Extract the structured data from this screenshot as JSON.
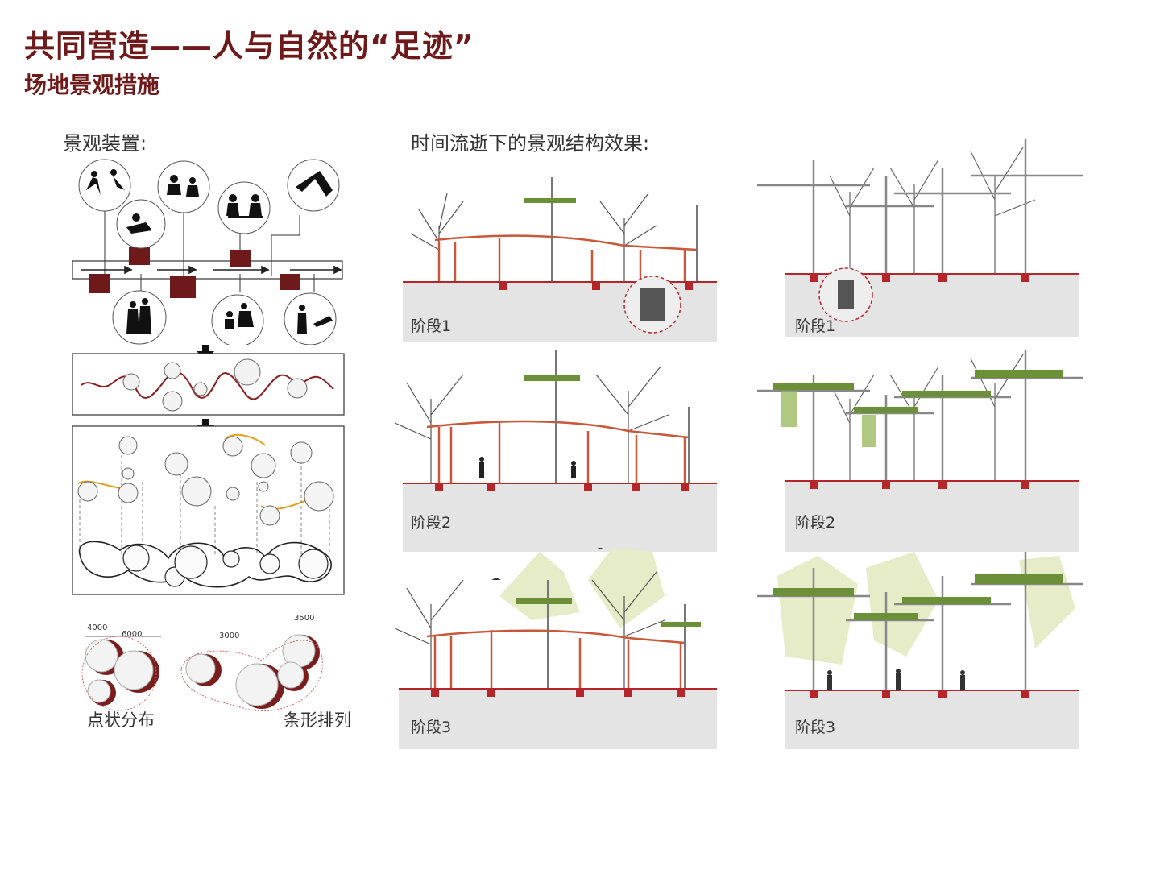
{
  "header": {
    "title": "共同营造——人与自然的“足迹”",
    "subtitle": "场地景观措施"
  },
  "left_panel": {
    "heading": "景观装置:",
    "dimensions": {
      "d1": "4000",
      "d2": "6000",
      "d3": "3000",
      "d4": "3500"
    },
    "captions": {
      "point": "点状分布",
      "strip": "条形排列"
    }
  },
  "right_panel": {
    "heading": "时间流逝下的景观结构效果:",
    "stages": [
      "阶段1",
      "阶段2",
      "阶段3"
    ]
  },
  "colors": {
    "title": "#6e1a1a",
    "accent_red": "#b5262b",
    "timber": "#c8583a",
    "orange_link": "#e0a020",
    "greenery": "#6c8f3a"
  }
}
